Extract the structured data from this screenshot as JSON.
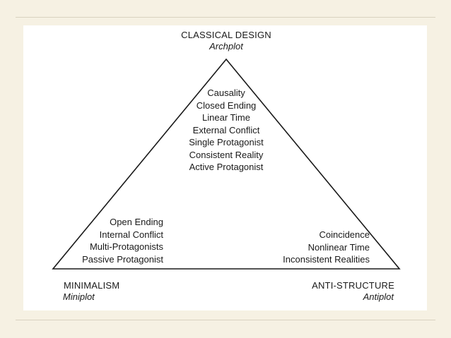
{
  "apex": {
    "title": "CLASSICAL DESIGN",
    "subtitle": "Archplot",
    "qualities": [
      "Causality",
      "Closed Ending",
      "Linear Time",
      "External Conflict",
      "Single Protagonist",
      "Consistent Reality",
      "Active Protagonist"
    ]
  },
  "left_corner": {
    "title": "MINIMALISM",
    "subtitle": "Miniplot",
    "qualities": [
      "Open Ending",
      "Internal Conflict",
      "Multi-Protagonists",
      "Passive Protagonist"
    ]
  },
  "right_corner": {
    "title": "ANTI-STRUCTURE",
    "subtitle": "Antiplot",
    "qualities": [
      "Coincidence",
      "Nonlinear Time",
      "Inconsistent Realities"
    ]
  },
  "colors": {
    "background": "#f6f1e3",
    "slide": "#ffffff",
    "ink": "#1a1a1a",
    "rule": "#d9d2c0"
  }
}
